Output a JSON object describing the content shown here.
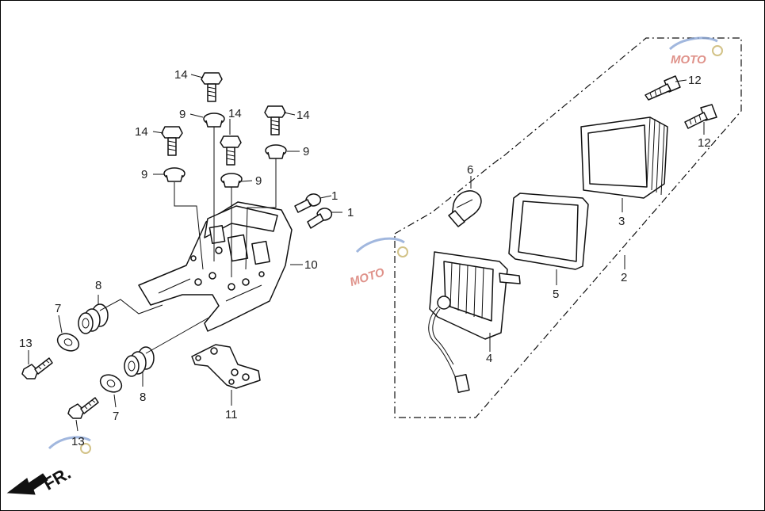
{
  "diagram": {
    "direction_marker": "FR.",
    "watermark": "MOTO",
    "callouts": [
      {
        "id": "c1a",
        "text": "1"
      },
      {
        "id": "c1b",
        "text": "1"
      },
      {
        "id": "c2",
        "text": "2"
      },
      {
        "id": "c3",
        "text": "3"
      },
      {
        "id": "c4",
        "text": "4"
      },
      {
        "id": "c5",
        "text": "5"
      },
      {
        "id": "c6",
        "text": "6"
      },
      {
        "id": "c7a",
        "text": "7"
      },
      {
        "id": "c7b",
        "text": "7"
      },
      {
        "id": "c8a",
        "text": "8"
      },
      {
        "id": "c8b",
        "text": "8"
      },
      {
        "id": "c9a",
        "text": "9"
      },
      {
        "id": "c9b",
        "text": "9"
      },
      {
        "id": "c9c",
        "text": "9"
      },
      {
        "id": "c9d",
        "text": "9"
      },
      {
        "id": "c10",
        "text": "10"
      },
      {
        "id": "c11",
        "text": "11"
      },
      {
        "id": "c12a",
        "text": "12"
      },
      {
        "id": "c12b",
        "text": "12"
      },
      {
        "id": "c13a",
        "text": "13"
      },
      {
        "id": "c13b",
        "text": "13"
      },
      {
        "id": "c14a",
        "text": "14"
      },
      {
        "id": "c14b",
        "text": "14"
      },
      {
        "id": "c14c",
        "text": "14"
      },
      {
        "id": "c14d",
        "text": "14"
      }
    ]
  }
}
